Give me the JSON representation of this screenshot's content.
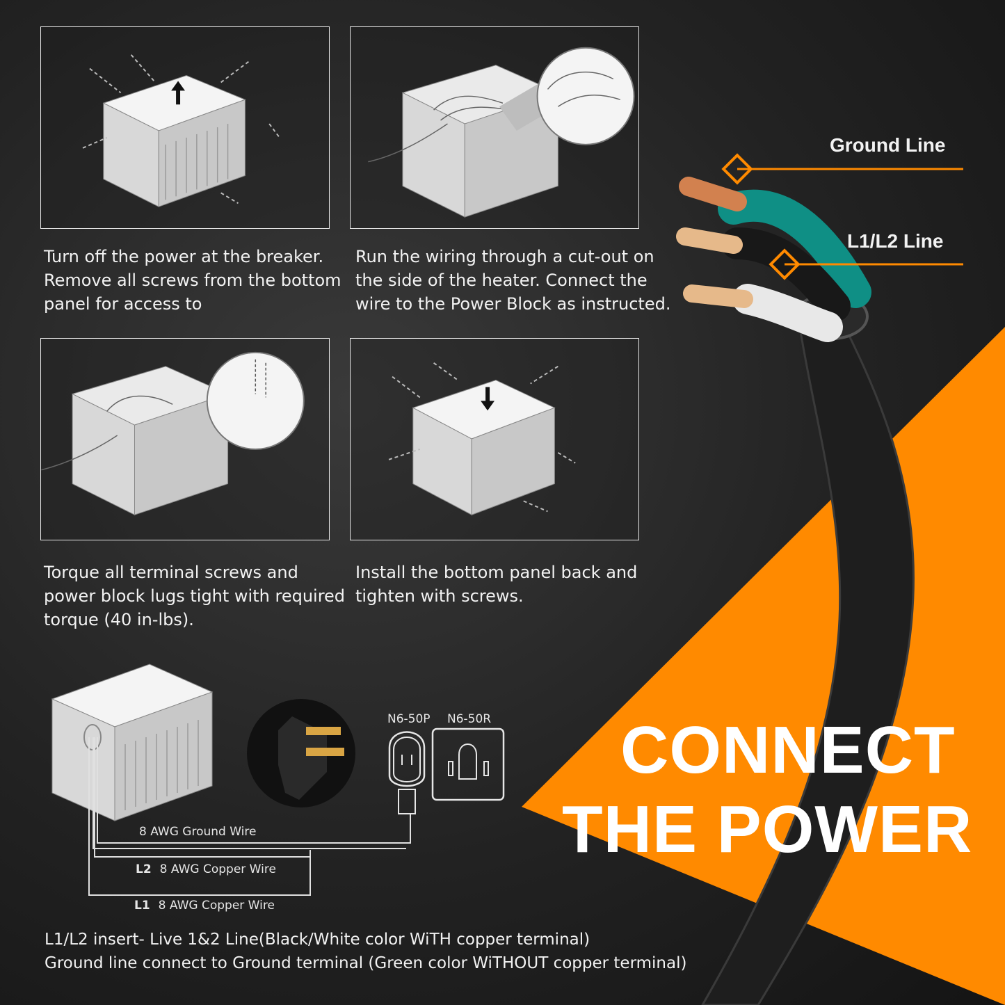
{
  "steps": [
    {
      "text_lines": [
        "Turn off the power at the breaker.",
        "Remove all screws from the bottom",
        "panel for access to"
      ]
    },
    {
      "text_lines": [
        "Run the wiring through a cut-out on",
        "the side of the heater. Connect the",
        "wire to the Power Block as instructed."
      ]
    },
    {
      "text_lines": [
        "Torque all terminal screws and",
        "power block lugs tight with required",
        "torque (40 in-lbs)."
      ]
    },
    {
      "text_lines": [
        "Install the bottom panel back and",
        "tighten with screws."
      ]
    }
  ],
  "callouts": {
    "ground": "Ground Line",
    "l1l2": "L1/L2 Line"
  },
  "headline": {
    "line1": "CONNECT",
    "line2": "THE POWER"
  },
  "plug": {
    "plug_label": "N6-50P",
    "receptacle_label": "N6-50R"
  },
  "wires": {
    "ground": {
      "name": "8 AWG Ground Wire"
    },
    "l2": {
      "tag": "L2",
      "name": "8 AWG Copper Wire"
    },
    "l1": {
      "tag": "L1",
      "name": "8 AWG Copper Wire"
    }
  },
  "notes": [
    "L1/L2 insert- Live 1&2 Line(Black/White color WiTH copper terminal)",
    "Ground line connect to Ground terminal (Green color WiTHOUT copper terminal)"
  ],
  "colors": {
    "accent": "#ff8a00",
    "ground_wire": "#0f8f85",
    "copper": "#d2814f"
  }
}
